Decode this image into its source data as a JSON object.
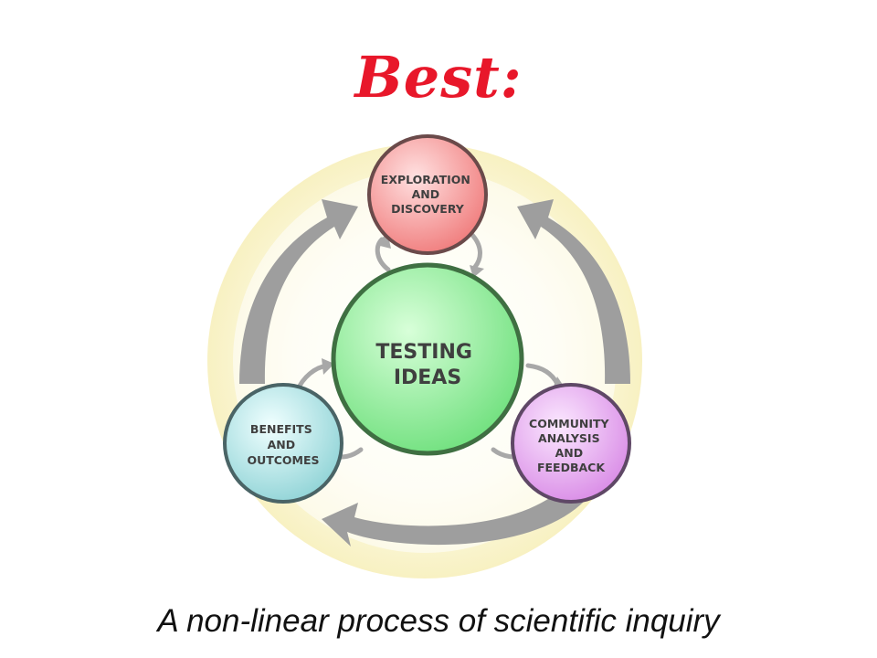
{
  "title": "Best:",
  "caption": "A non-linear process of scientific inquiry",
  "diagram": {
    "center": {
      "lines": [
        "TESTING",
        "IDEAS"
      ],
      "color": "#66dd77"
    },
    "nodes": [
      {
        "id": "exploration",
        "lines": [
          "EXPLORATION",
          "AND",
          "DISCOVERY"
        ],
        "color": "#f07b7b"
      },
      {
        "id": "benefits",
        "lines": [
          "BENEFITS",
          "AND",
          "OUTCOMES"
        ],
        "color": "#8fd3d6"
      },
      {
        "id": "community",
        "lines": [
          "COMMUNITY",
          "ANALYSIS",
          "AND",
          "FEEDBACK"
        ],
        "color": "#d98be6"
      }
    ]
  },
  "colors": {
    "title": "#e8172a",
    "halo": "#fbf6cf",
    "arrow": "#9e9e9e"
  }
}
